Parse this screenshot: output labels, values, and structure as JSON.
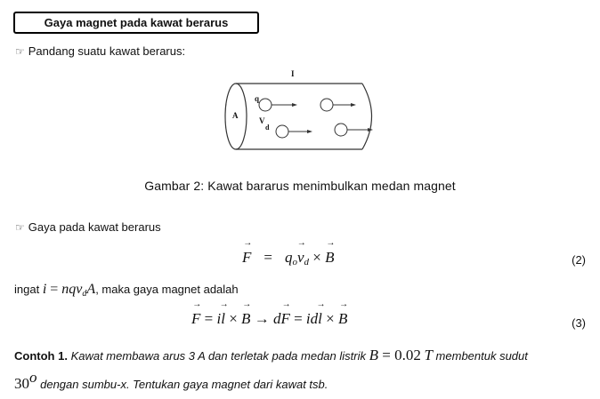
{
  "section": {
    "title": "Gaya magnet pada kawat berarus"
  },
  "icons": {
    "bullet": "pointing-hand-icon",
    "bullet_glyph": "☞"
  },
  "intro": {
    "text": "Pandang suatu kawat berarus:"
  },
  "figure": {
    "label_current": "I",
    "label_area": "A",
    "label_charge": "q",
    "label_velocity": "V",
    "label_velocity_sub": "d",
    "caption": "Gambar 2: Kawat bararus menimbulkan medan magnet"
  },
  "force_section": {
    "text": "Gaya pada kawat berarus",
    "equation": {
      "lhs": "F",
      "eq": "=",
      "q": "q",
      "q_sub": "o",
      "v": "v",
      "v_sub": "d",
      "times": "×",
      "B": "B",
      "number": "(2)"
    }
  },
  "recall": {
    "prefix": "ingat ",
    "formula_i": "i",
    "formula_eq": " = ",
    "formula_nq": "nqv",
    "formula_sub": "d",
    "formula_A": "A",
    "suffix": ", maka gaya magnet adalah"
  },
  "equation3": {
    "F": "F",
    "eq": " = ",
    "i": "i",
    "l": "l",
    "times": " × ",
    "B": "B",
    "arrow": " → ",
    "d": "d",
    "number": "(3)"
  },
  "example": {
    "label": "Contoh 1.",
    "text1": "Kawat membawa arus 3 A dan terletak pada medan listrik ",
    "B": "B",
    "eq": " = ",
    "value": "0.02",
    "unit": "T",
    "text2": " membentuk sudut",
    "angle": "30",
    "angle_sup": "o",
    "text3": " dengan sumbu-x. Tentukan gaya magnet dari kawat tsb."
  }
}
